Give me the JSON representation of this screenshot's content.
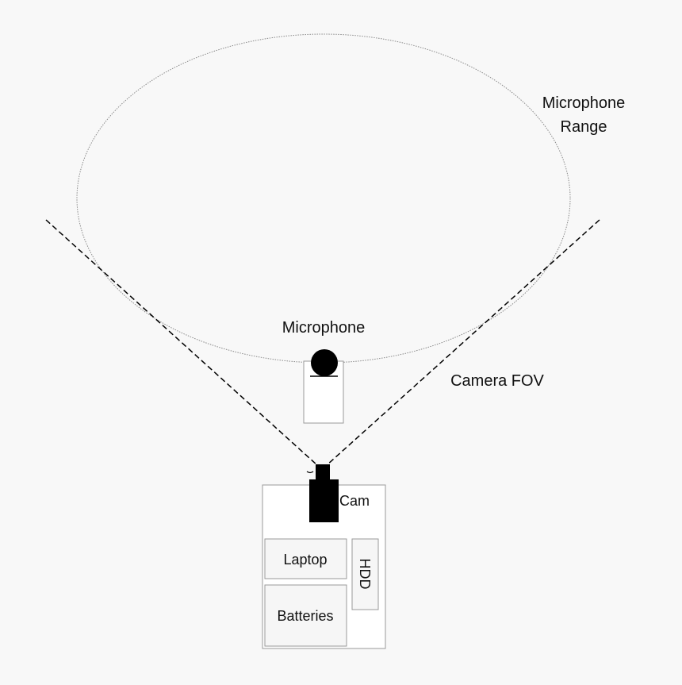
{
  "diagram": {
    "labels": {
      "microphone_range_line1": "Microphone",
      "microphone_range_line2": "Range",
      "microphone": "Microphone",
      "camera_fov": "Camera FOV",
      "cam": "Cam",
      "laptop": "Laptop",
      "hdd": "HDD",
      "batteries": "Batteries"
    },
    "colors": {
      "background": "#f8f8f8",
      "box_fill": "#ffffff",
      "box_stroke": "#9a9a9a",
      "inner_box_fill": "#f6f6f6",
      "camera": "#000000",
      "fov_lines": "#000000",
      "range_ellipse": "#8a8a8a",
      "text": "#111111"
    }
  }
}
